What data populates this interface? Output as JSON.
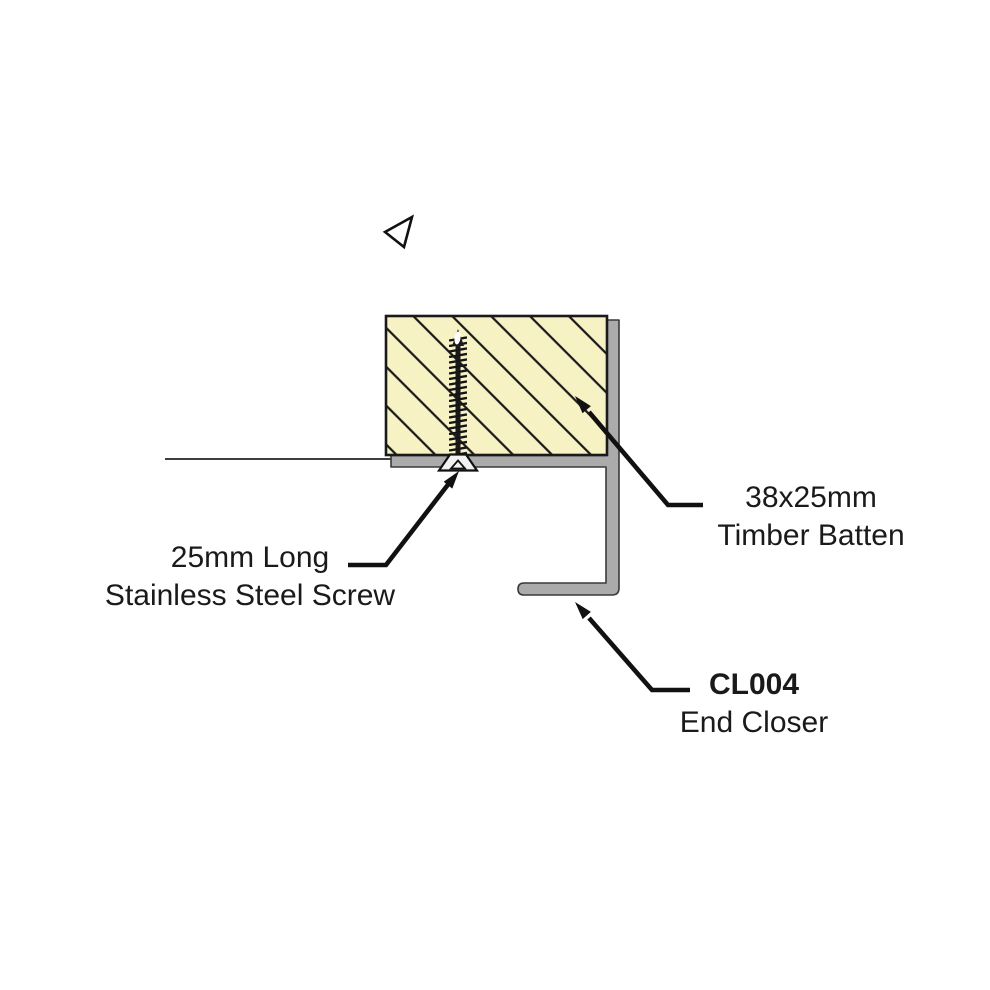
{
  "labels": {
    "screw": {
      "line1": "25mm Long",
      "line2": "Stainless Steel Screw"
    },
    "batten": {
      "line1": "38x25mm",
      "line2": "Timber Batten"
    },
    "end_closer": {
      "line1": "CL004",
      "line2": "End Closer"
    }
  },
  "icons": {
    "orientation_marker": "left-pointing-triangle-icon"
  },
  "colors": {
    "timber_fill": "#F6F2C4",
    "profile_gray": "#ABABAB",
    "outline_black": "#1A1A1A",
    "background": "#FFFFFF"
  }
}
